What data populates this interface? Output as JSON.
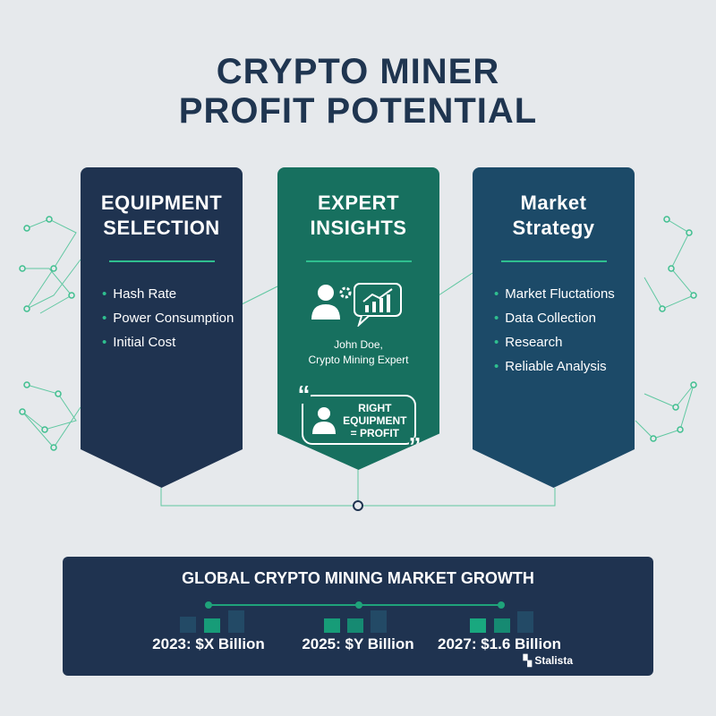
{
  "title": {
    "line1": "CRYPTO MINER",
    "line2": "PROFIT POTENTIAL"
  },
  "cards": [
    {
      "title1": "EQUIPMENT",
      "title2": "SELECTION",
      "items": [
        "Hash Rate",
        "Power Consumption",
        "Initial Cost"
      ]
    },
    {
      "title1": "EXPERT",
      "title2": "INSIGHTS",
      "expert_name": "John Doe,",
      "expert_role": "Crypto Mining Expert",
      "quote": [
        "RIGHT",
        "EQUIPMENT",
        "= PROFIT"
      ]
    },
    {
      "title1": "Market",
      "title2": "Strategy",
      "items": [
        "Market Fluctations",
        "Data Collection",
        "Research",
        "Reliable Analysis"
      ]
    }
  ],
  "growth": {
    "title": "GLOBAL CRYPTO MINING MARKET GROWTH",
    "milestones": [
      "2023: $X Billion",
      "2025: $Y Billion",
      "2027: $1.6 Billion"
    ],
    "source": "Stalista"
  },
  "colors": {
    "navy": "#1f3350",
    "teal": "#17705f",
    "blue": "#1c4a68",
    "accent": "#2fbf8f"
  }
}
